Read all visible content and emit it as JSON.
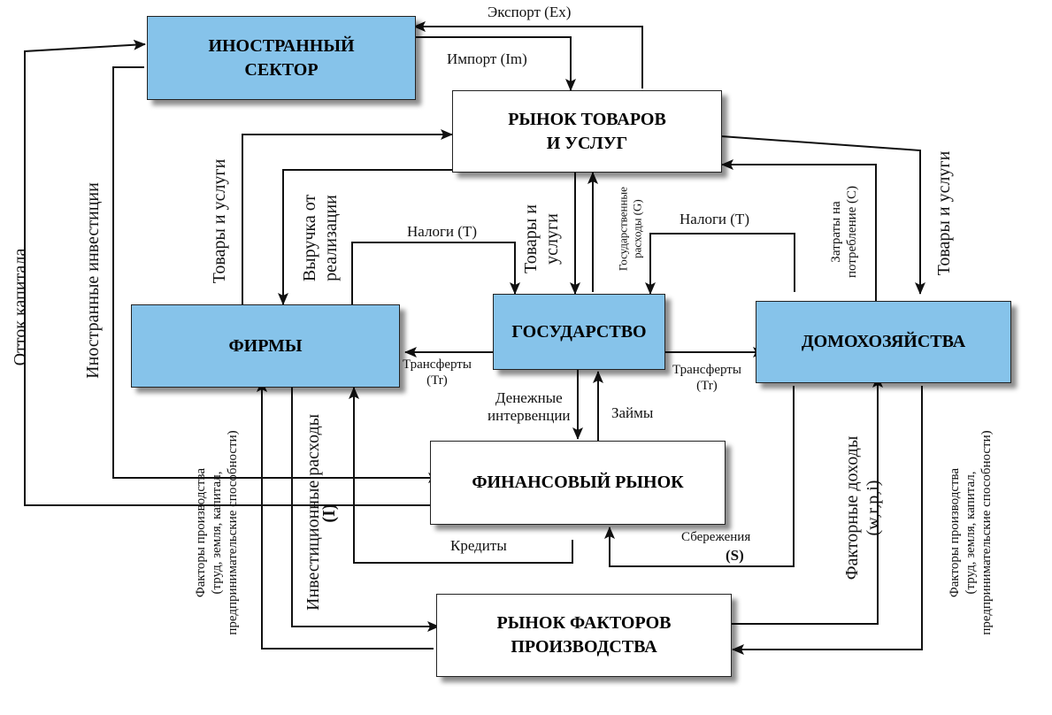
{
  "nodes": {
    "foreign": "ИНОСТРАННЫЙ\nСЕКТОР",
    "goods_market": "РЫНОК ТОВАРОВ\nИ УСЛУГ",
    "firms": "ФИРМЫ",
    "state": "ГОСУДАРСТВО",
    "households": "ДОМОХОЗЯЙСТВА",
    "financial_market": "ФИНАНСОВЫЙ РЫНОК",
    "factor_market": "РЫНОК ФАКТОРОВ\nПРОИЗВОДСТВА"
  },
  "labels": {
    "export": "Экспорт (Ex)",
    "import": "Импорт (Im)",
    "capital_outflow": "Отток капитала",
    "foreign_investment": "Иностранные инвестиции",
    "goods_services_firms": "Товары и услуги",
    "revenue": "Выручка от\nреализации",
    "taxes_firms": "Налоги (T)",
    "goods_services_state": "Товары и\nуслуги",
    "gov_spending": "Государственные\nрасходы (G)",
    "taxes_households": "Налоги (T)",
    "consumption": "Затраты на\nпотребление (C)",
    "goods_services_households": "Товары и услуги",
    "transfers_firms": "Трансферты\n(Tr)",
    "transfers_households": "Трансферты\n(Tr)",
    "money_interventions": "Денежные\nинтервенции",
    "loans": "Займы",
    "credits": "Кредиты",
    "savings": "Сбережения",
    "savings_s": "(S)",
    "investment": "Инвестиционные расходы",
    "investment_i": "(I)",
    "factors_firms": "Факторы производства\n(труд, земля, капитал,\nпредпринимательские способности)",
    "factors_households": "Факторы производства\n(труд, земля, капитал,\nпредпринимательские способности)",
    "factor_income": "Факторные доходы\n(w,r,p,i)"
  },
  "colors": {
    "sector_fill": "#86c3ea",
    "market_fill": "#ffffff",
    "line": "#111111"
  }
}
